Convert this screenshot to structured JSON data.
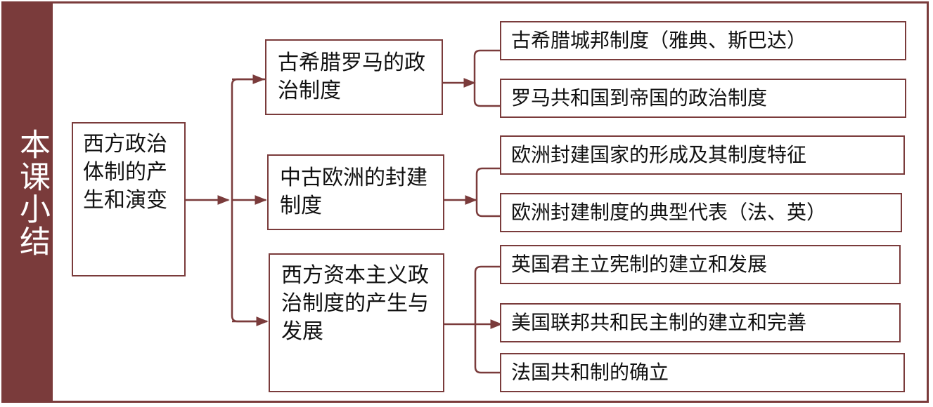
{
  "title": "本课小结",
  "root": "西方政治体制的产生和演变",
  "branches": [
    {
      "label": "古希腊罗马的政治制度",
      "leaves": [
        "古希腊城邦制度（雅典、斯巴达）",
        "罗马共和国到帝国的政治制度"
      ]
    },
    {
      "label": "中古欧洲的封建制度",
      "leaves": [
        "欧洲封建国家的形成及其制度特征",
        "欧洲封建制度的典型代表（法、英）"
      ]
    },
    {
      "label": "西方资本主义政治制度的产生与发展",
      "leaves": [
        "英国君主立宪制的建立和发展",
        "美国联邦共和民主制的建立和完善",
        "法国共和制的确立"
      ]
    }
  ],
  "colors": {
    "accent": "#7a3b3b"
  }
}
